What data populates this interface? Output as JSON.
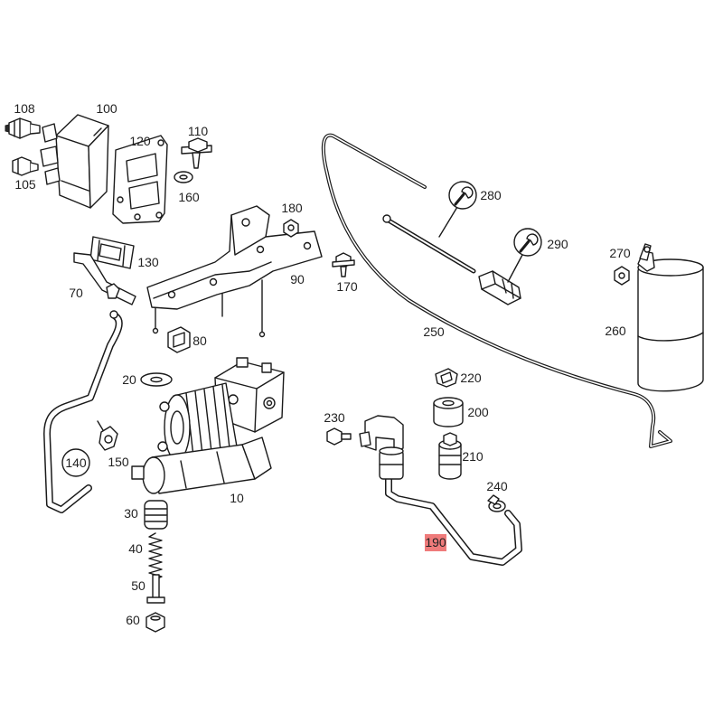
{
  "figure": {
    "colors": {
      "line": "#1a1a1a",
      "highlight": "#ef7b7b",
      "background": "#ffffff"
    }
  },
  "icons": {
    "torque_symbol": "wrench-icon"
  },
  "callouts": {
    "p10": "10",
    "p20": "20",
    "p30": "30",
    "p40": "40",
    "p50": "50",
    "p60": "60",
    "p70": "70",
    "p80": "80",
    "p90": "90",
    "p100": "100",
    "p105": "105",
    "p108": "108",
    "p110": "110",
    "p120": "120",
    "p130": "130",
    "p140": "140",
    "p150": "150",
    "p160": "160",
    "p170": "170",
    "p180": "180",
    "p190": "190",
    "p200": "200",
    "p210": "210",
    "p220": "220",
    "p230": "230",
    "p240": "240",
    "p250": "250",
    "p260": "260",
    "p270": "270",
    "p280": "280",
    "p290": "290"
  }
}
